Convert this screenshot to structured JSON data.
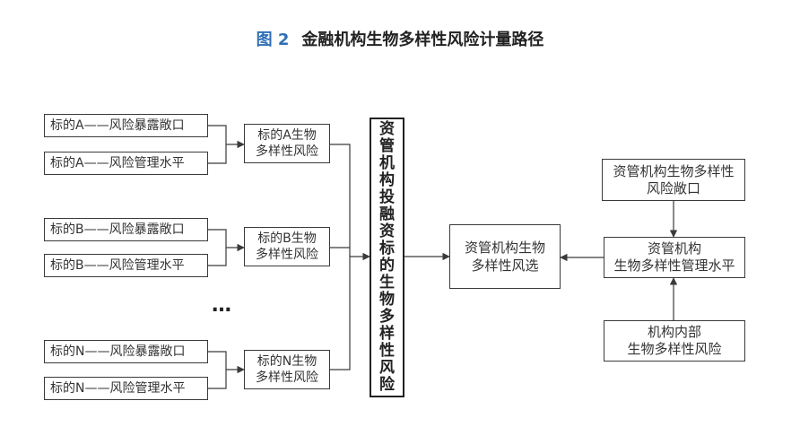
{
  "title": {
    "figure_label": "图 2",
    "text": "金融机构生物多样性风险计量路径"
  },
  "targets": [
    {
      "exposure": "标的A——风险暴露敞口",
      "management": "标的A——风险管理水平",
      "risk": "标的A生物\n多样性风险"
    },
    {
      "exposure": "标的B——风险暴露敞口",
      "management": "标的B——风险管理水平",
      "risk": "标的B生物\n多样性风险"
    },
    {
      "exposure": "标的N——风险暴露敞口",
      "management": "标的N——风险管理水平",
      "risk": "标的N生物\n多样性风险"
    }
  ],
  "ellipsis": "…",
  "aggregate_risk": "资管机构投融资标的生物多样性风险",
  "final_risk": "资管机构生物\n多样性风选",
  "right_column": {
    "exposure": "资管机构生物多样性\n风险敞口",
    "management": "资管机构\n生物多样性管理水平",
    "internal": "机构内部\n生物多样性风险"
  }
}
